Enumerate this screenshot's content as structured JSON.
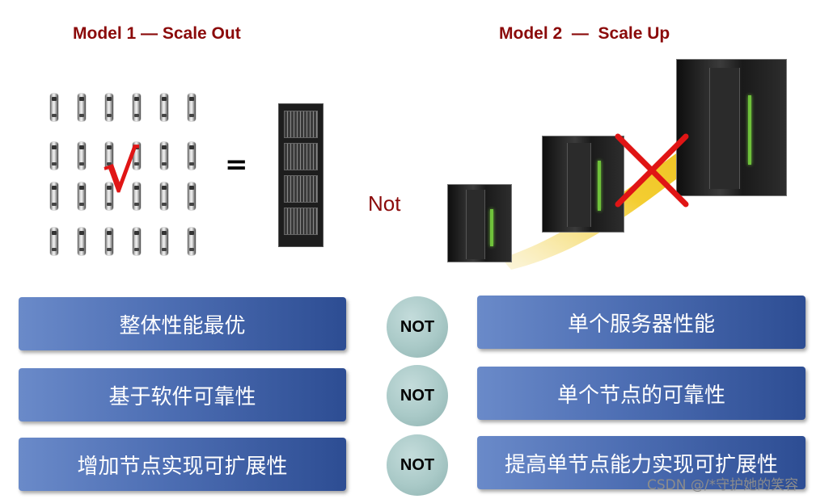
{
  "model1": {
    "title": "Model 1 — Scale Out"
  },
  "model2": {
    "title": "Model 2  —  Scale Up"
  },
  "equals_sign": "=",
  "check_mark": "√",
  "middle_label": "Not",
  "left_items": [
    "整体性能最优",
    "基于软件可靠性",
    "增加节点实现可扩展性"
  ],
  "right_items": [
    "单个服务器性能",
    "单个节点的可靠性",
    "提高单节点能力实现可扩展性"
  ],
  "not_badges": [
    "NOT",
    "NOT",
    "NOT"
  ],
  "watermark": "CSDN @/*守护她的笑容",
  "colors": {
    "heading": "#8b0a0a",
    "check": "#e01515",
    "cross": "#e01515",
    "bar_light": "#6a8ac9",
    "bar_dark": "#2d4d93",
    "not_circle": "#a9c9c7",
    "arrow": "#f2c81a"
  },
  "icons": [
    "blade-node-icon",
    "server-rack-icon",
    "mainframe-server-icon",
    "growth-arrow-icon",
    "red-cross-icon"
  ]
}
